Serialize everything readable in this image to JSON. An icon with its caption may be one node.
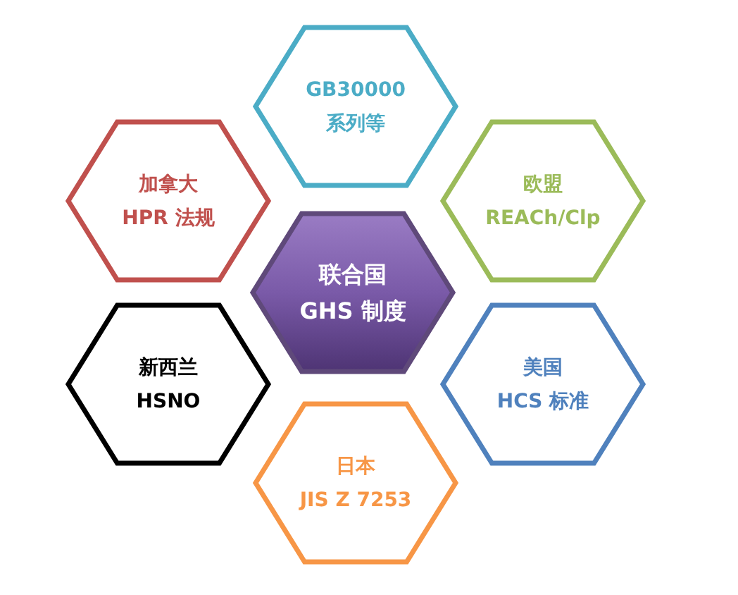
{
  "diagram": {
    "nodes": [
      {
        "text": [
          "GB30000",
          "系列等"
        ]
      },
      {
        "text": [
          "加拿大",
          "HPR 法规"
        ]
      },
      {
        "text": [
          "欧盟",
          "REACh/Clp"
        ]
      },
      {
        "text": [
          "联合国",
          "GHS 制度"
        ]
      },
      {
        "text": [
          "新西兰",
          "HSNO"
        ]
      },
      {
        "text": [
          "美国",
          "HCS 标准"
        ]
      },
      {
        "text": [
          "日本",
          "JIS Z 7253"
        ]
      }
    ]
  }
}
